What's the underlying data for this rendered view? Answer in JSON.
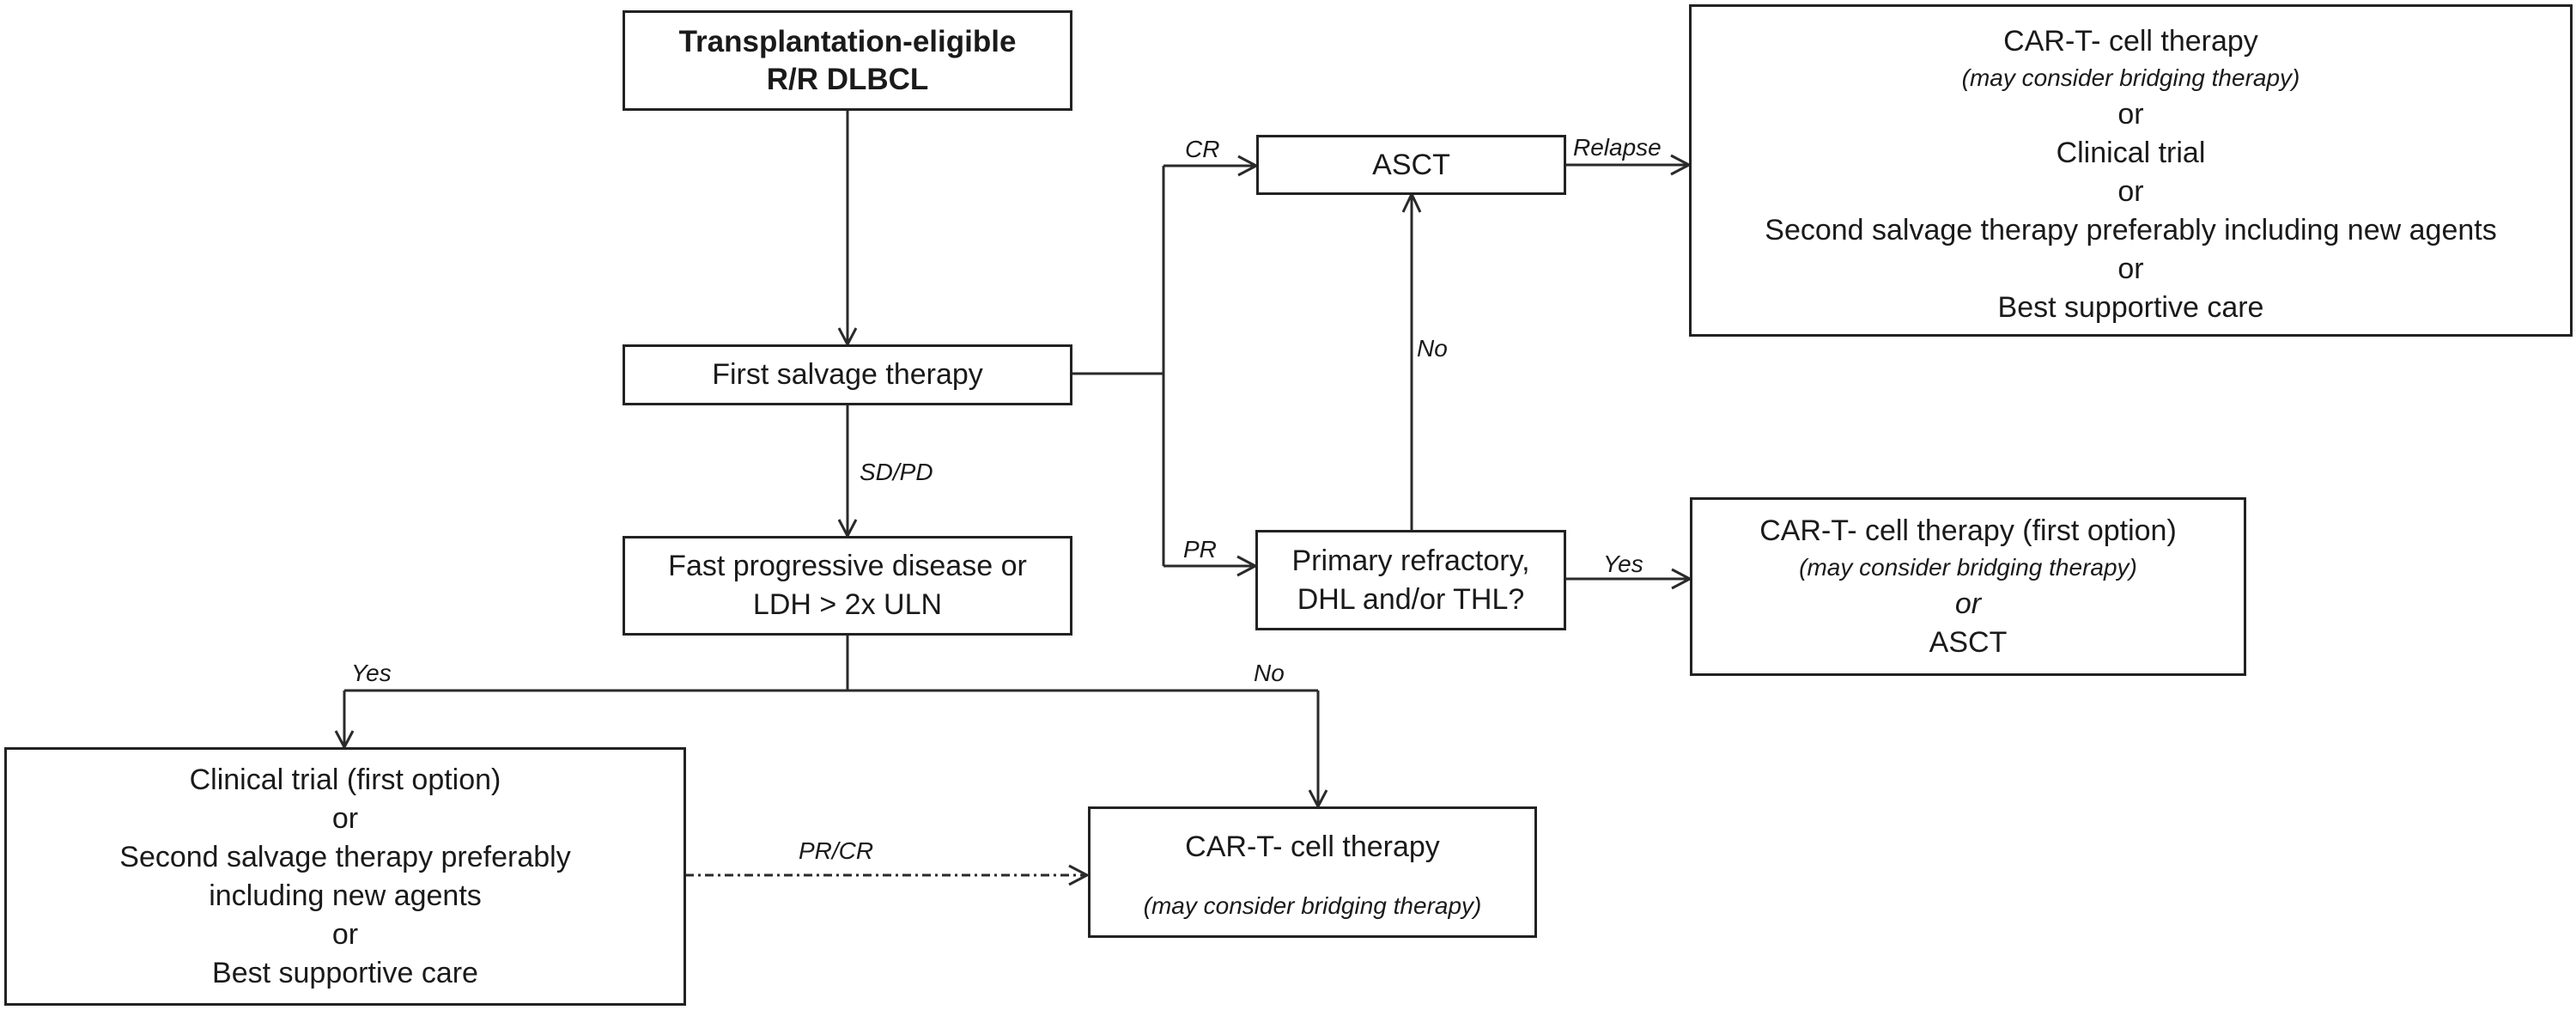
{
  "nodes": {
    "start": {
      "lines": [
        "Transplantation-eligible",
        "R/R DLBCL"
      ]
    },
    "first_salvage": {
      "text": "First salvage therapy"
    },
    "asct": {
      "text": "ASCT"
    },
    "relapse_options": {
      "title": "CAR-T- cell therapy",
      "subtitle": "(may consider bridging therapy)",
      "or_1": "or",
      "option_2": "Clinical trial",
      "or_2": "or",
      "option_3": "Second salvage therapy preferably including new agents",
      "or_3": "or",
      "option_4": "Best supportive care"
    },
    "high_risk_question": {
      "lines": [
        "Primary refractory,",
        "DHL and/or THL?"
      ]
    },
    "high_risk_options": {
      "title": "CAR-T- cell therapy (first option)",
      "subtitle": "(may consider bridging therapy)",
      "or": "or",
      "option_2": "ASCT"
    },
    "fast_progressive": {
      "lines": [
        "Fast progressive disease or",
        "LDH > 2x ULN"
      ]
    },
    "yes_options": {
      "option_1": "Clinical trial (first option)",
      "or_1": "or",
      "option_2_line1": "Second salvage therapy preferably",
      "option_2_line2": "including new agents",
      "or_2": "or",
      "option_3": "Best supportive care"
    },
    "car_t_bottom": {
      "title": "CAR-T- cell therapy",
      "subtitle": "(may consider bridging therapy)"
    }
  },
  "edge_labels": {
    "cr": "CR",
    "pr": "PR",
    "relapse": "Relapse",
    "no_to_asct": "No",
    "yes_to_car_t": "Yes",
    "sd_pd": "SD/PD",
    "yes_branch": "Yes",
    "no_branch": "No",
    "pr_cr": "PR/CR"
  },
  "colors": {
    "stroke": "#2a2a2a",
    "background": "#ffffff",
    "text": "#1a1a1a"
  }
}
